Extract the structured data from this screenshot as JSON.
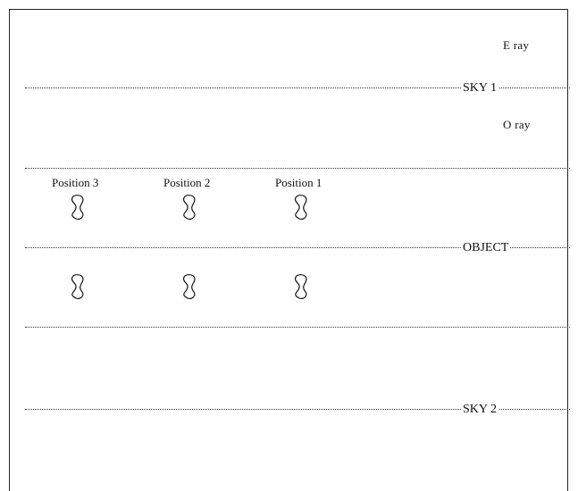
{
  "labels": {
    "e_ray": "E ray",
    "sky1": "SKY 1",
    "o_ray": "O ray",
    "object": "OBJECT",
    "sky2": "SKY 2"
  },
  "positions": [
    {
      "label": "Position 3"
    },
    {
      "label": "Position 2"
    },
    {
      "label": "Position 1"
    }
  ]
}
